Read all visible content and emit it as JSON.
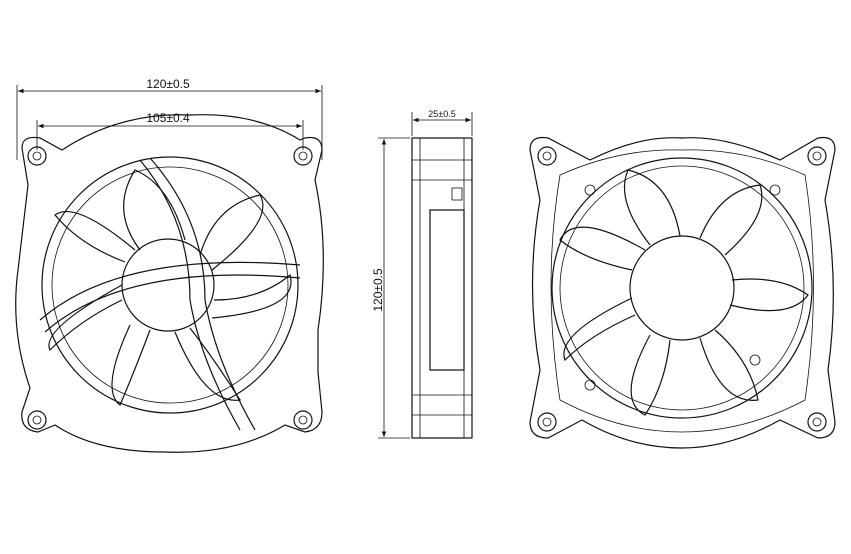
{
  "dimensions": {
    "overall_width": "120±0.5",
    "hole_spacing": "105±0.4",
    "thickness": "25±0.5",
    "overall_height": "120±0.5"
  },
  "colors": {
    "line": "#111111",
    "background": "#ffffff"
  },
  "views": [
    "front-view",
    "side-view",
    "back-view"
  ]
}
